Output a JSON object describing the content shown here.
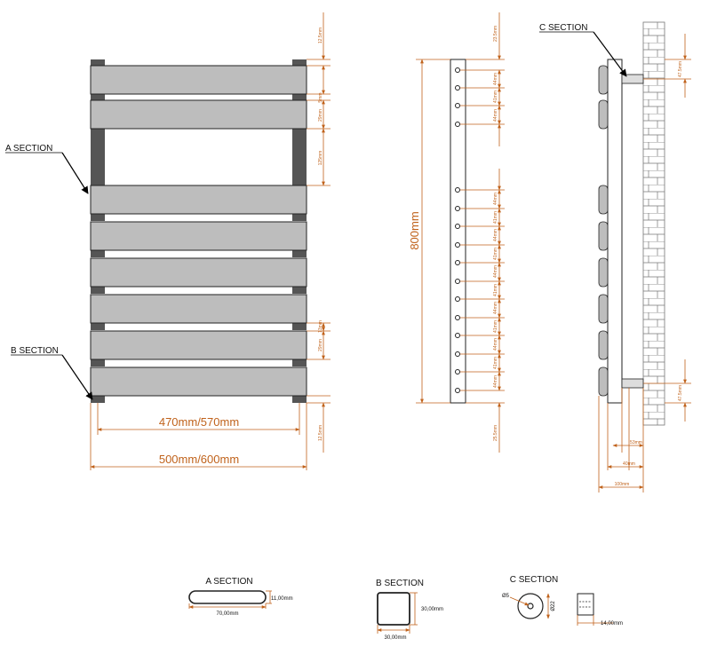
{
  "colors": {
    "dimension": "#c0621b",
    "bar_fill": "#bdbdbd",
    "bracket": "#555555",
    "outline": "#222222"
  },
  "front_view": {
    "label_a": "A SECTION",
    "label_b": "B SECTION",
    "inner_width": "470mm/570mm",
    "outer_width": "500mm/600mm",
    "dims": [
      "12.5mm",
      "5mm",
      "29mm",
      "125mm",
      "13mm",
      "29mm",
      "12.5mm"
    ]
  },
  "side_view": {
    "height": "800mm",
    "dims": [
      "23.5mm",
      "44mm",
      "41mm",
      "44mm",
      "44mm",
      "41mm",
      "44mm",
      "41mm",
      "44mm",
      "41mm",
      "44mm",
      "41mm",
      "44mm",
      "41mm",
      "44mm",
      "25.5mm"
    ]
  },
  "wall_view": {
    "label_c": "C SECTION",
    "dims": [
      "47.5mm",
      "47.5mm",
      "53mm",
      "40mm",
      "100mm"
    ]
  },
  "sections": {
    "a": {
      "title": "A SECTION",
      "width": "70,00mm",
      "height": "11,00mm"
    },
    "b": {
      "title": "B SECTION",
      "width": "30,00mm",
      "height": "30,00mm"
    },
    "c": {
      "title": "C SECTION",
      "hole": "Ø5",
      "diameter": "Ø22",
      "depth": "14,00mm"
    }
  }
}
